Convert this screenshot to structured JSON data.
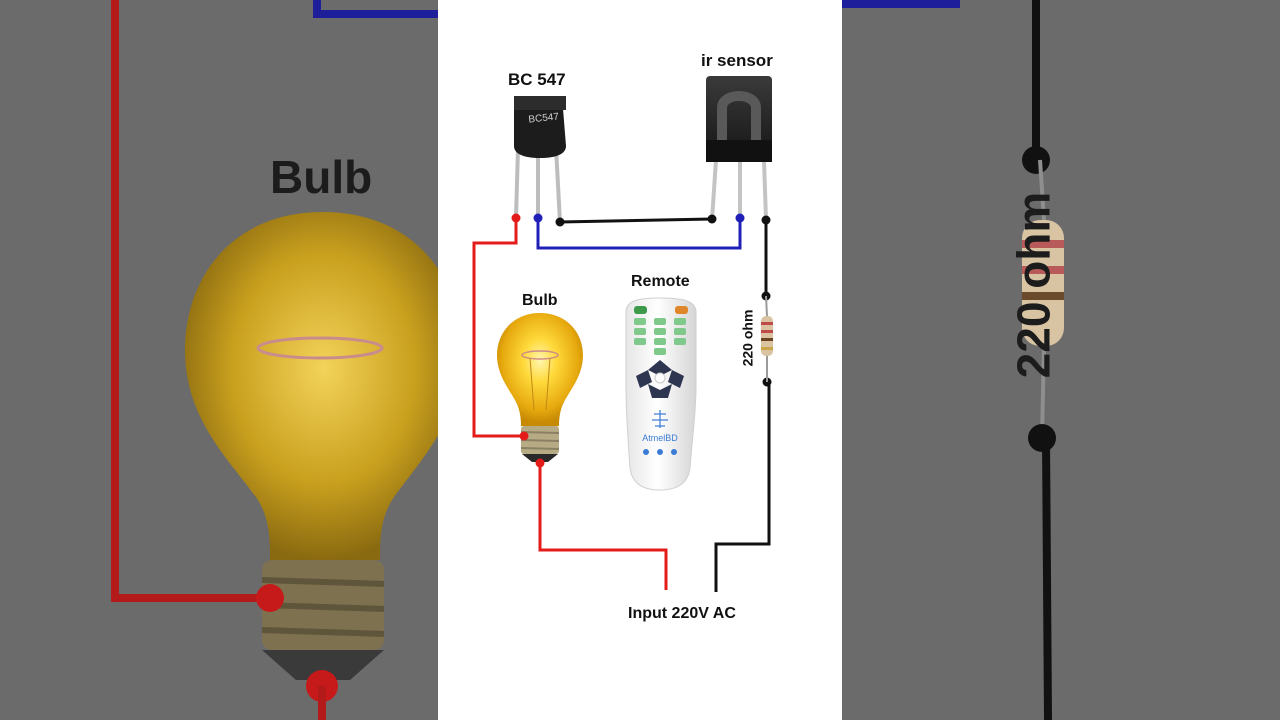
{
  "diagram": {
    "transistor_label": "BC 547",
    "transistor_marking": "BC547",
    "sensor_label": "ir sensor",
    "bulb_label": "Bulb",
    "remote_label": "Remote",
    "remote_brand": "AtmelBD",
    "resistor_label": "220 ohm",
    "input_label": "Input 220V AC"
  },
  "background": {
    "bulb_label": "Bulb",
    "resistor_label": "220 ohm"
  },
  "colors": {
    "wire_red": "#e41b1b",
    "wire_blue": "#2020b8",
    "wire_black": "#111111",
    "bulb_glow": "#f5c21c",
    "panel": "#ffffff"
  }
}
